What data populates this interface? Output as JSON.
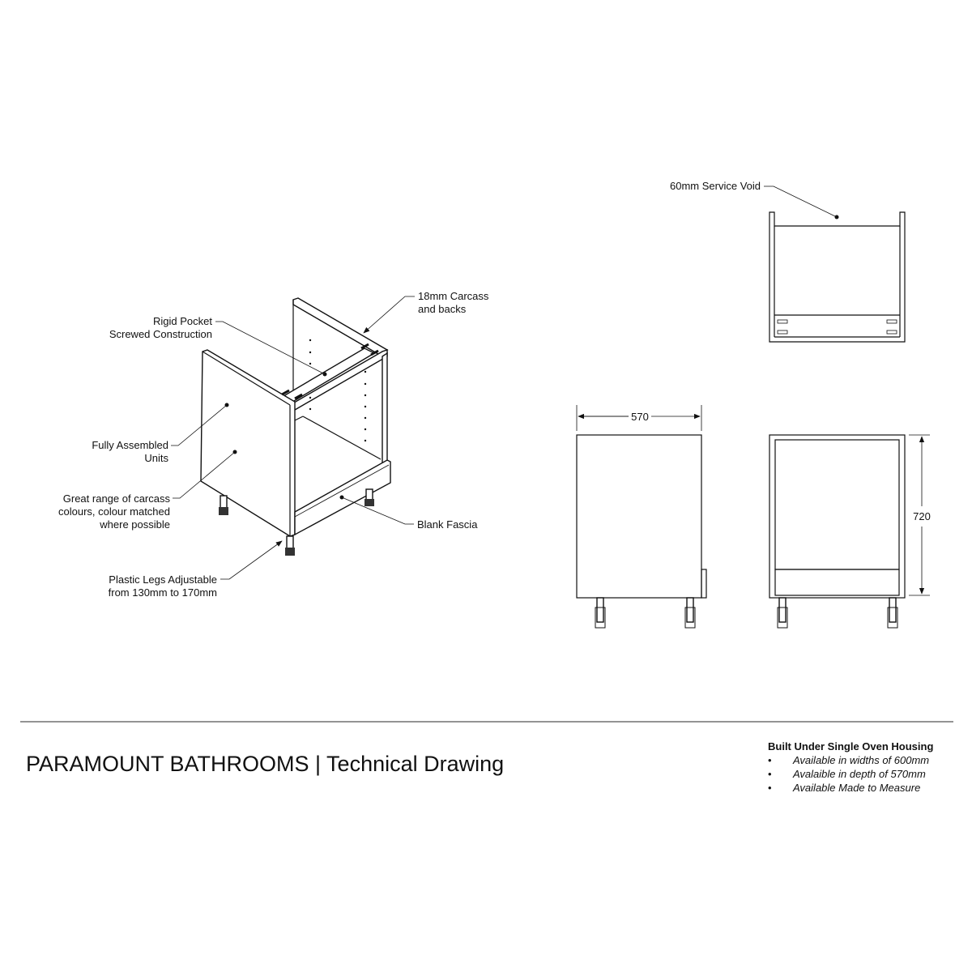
{
  "labels": {
    "rigid_pocket": [
      "Rigid Pocket",
      "Screwed Construction"
    ],
    "carcass": [
      "18mm Carcass",
      "and backs"
    ],
    "fully_assembled": [
      "Fully Assembled",
      "Units"
    ],
    "colours": [
      "Great range of carcass",
      "colours, colour matched",
      "where possible"
    ],
    "blank_fascia": "Blank Fascia",
    "legs": [
      "Plastic Legs Adjustable",
      "from 130mm to 170mm"
    ],
    "service_void": "60mm Service Void"
  },
  "dimensions": {
    "depth": "570",
    "height": "720"
  },
  "footer": {
    "title": "PARAMOUNT BATHROOMS | Technical Drawing",
    "spec_heading": "Built Under Single Oven Housing",
    "bullet": "•",
    "spec_items": [
      "Available in widths of 600mm",
      "Avalaible in depth of 570mm",
      "Available Made to Measure"
    ]
  }
}
